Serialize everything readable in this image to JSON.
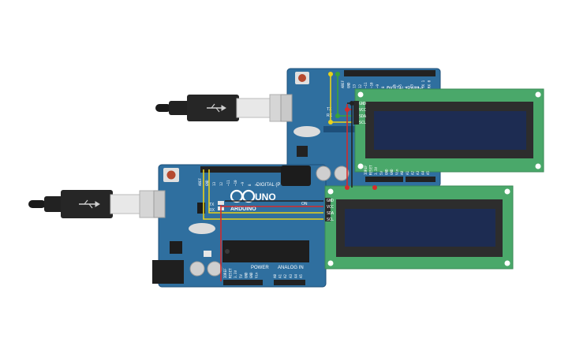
{
  "colors": {
    "board": "#2f6f9f",
    "board_dark": "#1d4f78",
    "lcd_pcb": "#4aa86a",
    "lcd_bezel": "#2d2d2d",
    "lcd_screen": "#1d2c52",
    "wire_red": "#d42b2b",
    "wire_yellow": "#e8d21b",
    "wire_green": "#3aa33a",
    "wire_black": "#222222",
    "usb_cable": "#222222"
  },
  "board_top": {
    "digital_label": "DIGITAL (PWM~)",
    "pin_labels": [
      "AREF",
      "GND",
      "13",
      "12",
      "~11",
      "~10",
      "~9",
      "8",
      "7",
      "~6",
      "~5",
      "4",
      "~3",
      "2",
      "TX 1",
      "RX 0"
    ],
    "tx_label": "TX",
    "rx_label": "RX",
    "power_labels": [
      "IOREF",
      "RESET",
      "3.3V",
      "5V",
      "GND",
      "GND",
      "Vin"
    ],
    "analog_labels": [
      "A0",
      "A1",
      "A2",
      "A3",
      "A4",
      "A5"
    ]
  },
  "board_bottom": {
    "digital_label": "DIGITAL (P",
    "brand": "ARDUINO",
    "model": "UNO",
    "on_label": "ON",
    "tx_label": "TX",
    "rx_label": "RX",
    "pin_labels": [
      "AREF",
      "GND",
      "13",
      "12",
      "~11",
      "~10",
      "~9",
      "8",
      "7"
    ],
    "power_label": "POWER",
    "analog_label": "ANALOG IN",
    "power_pins": [
      "IOREF",
      "RESET",
      "3.3V",
      "5V",
      "GND",
      "GND",
      "Vin"
    ],
    "analog_pins": [
      "A0",
      "A1",
      "A2",
      "A3",
      "A4",
      "A5"
    ]
  },
  "lcd_top": {
    "pins": [
      "GND",
      "VCC",
      "SDA",
      "SCL"
    ]
  },
  "lcd_bottom": {
    "pins": [
      "GND",
      "VCC",
      "SDA",
      "SCL"
    ]
  }
}
